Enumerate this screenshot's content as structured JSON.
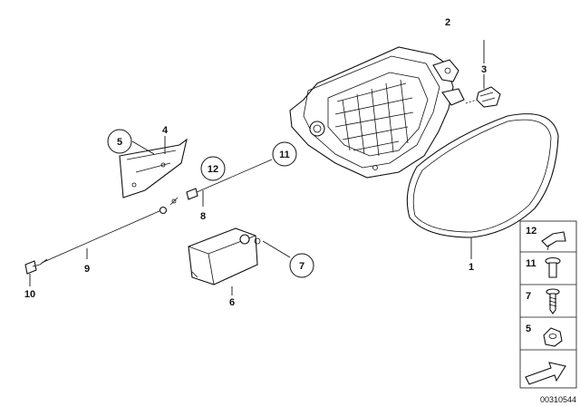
{
  "callouts": [
    {
      "id": "c1",
      "label": "1"
    },
    {
      "id": "c2",
      "label": "2"
    },
    {
      "id": "c3",
      "label": "3"
    },
    {
      "id": "c4",
      "label": "4"
    },
    {
      "id": "c5",
      "label": "5"
    },
    {
      "id": "c6",
      "label": "6"
    },
    {
      "id": "c7",
      "label": "7"
    },
    {
      "id": "c8",
      "label": "8"
    },
    {
      "id": "c9",
      "label": "9"
    },
    {
      "id": "c10",
      "label": "10"
    },
    {
      "id": "c11",
      "label": "11"
    },
    {
      "id": "c12",
      "label": "12"
    }
  ],
  "legend": {
    "items": [
      {
        "label": "12",
        "icon": "clip-icon"
      },
      {
        "label": "11",
        "icon": "expansion-rivet-icon"
      },
      {
        "label": "7",
        "icon": "screw-icon"
      },
      {
        "label": "5",
        "icon": "nut-icon"
      }
    ]
  },
  "diagram_code": "00310544"
}
